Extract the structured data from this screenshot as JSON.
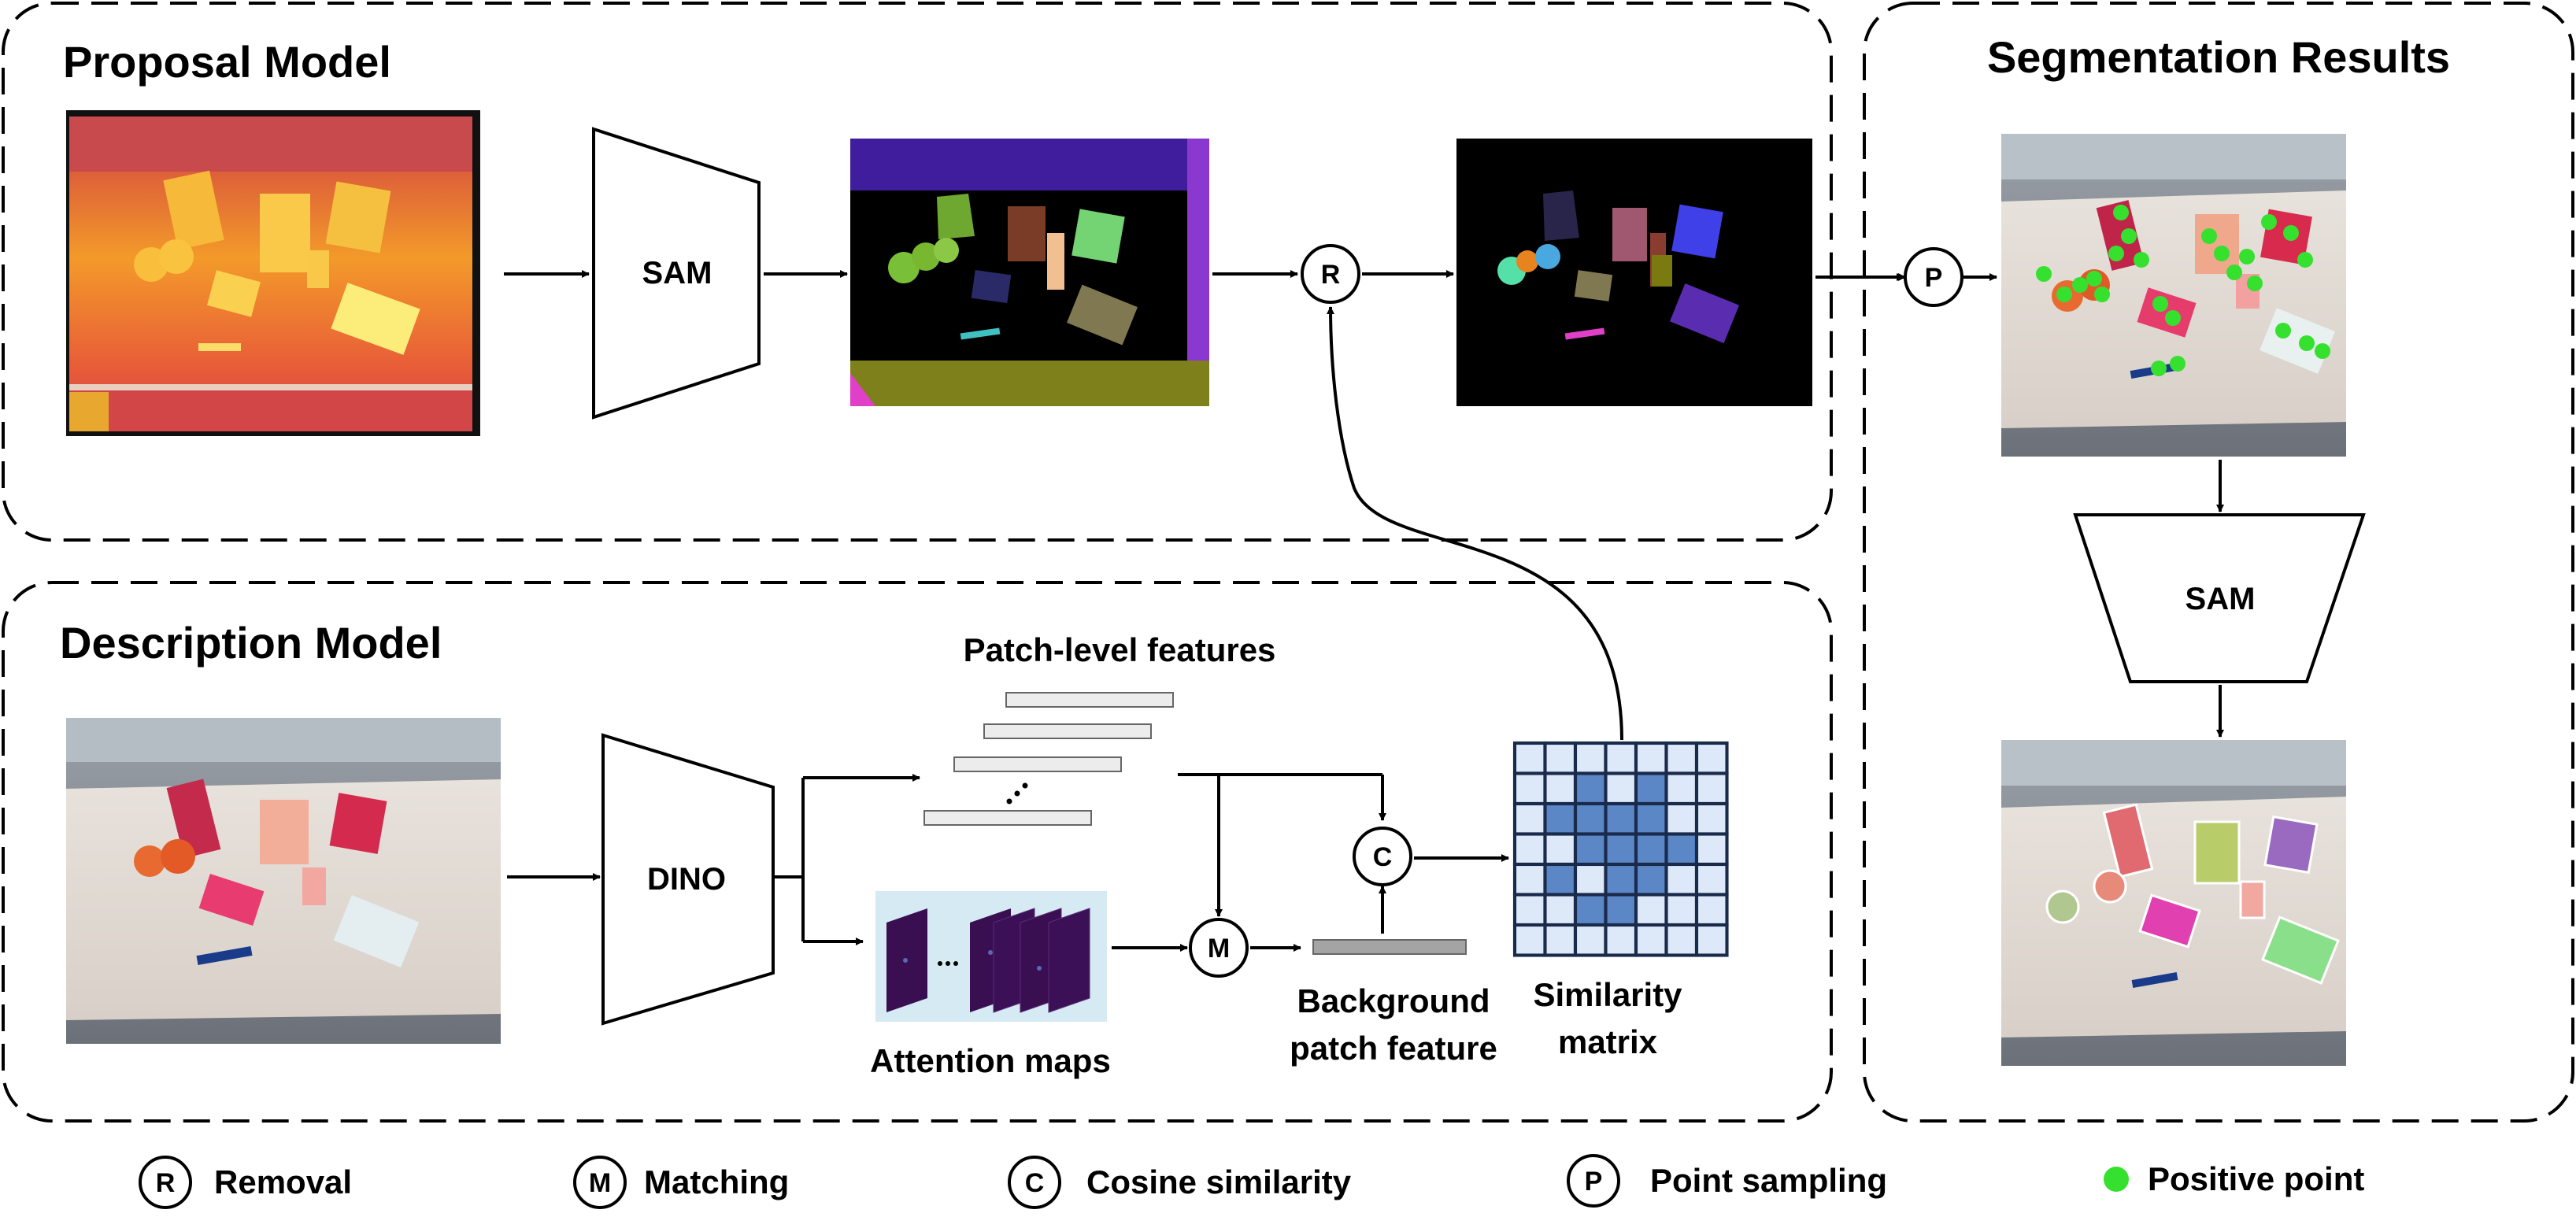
{
  "panels": {
    "proposal": {
      "title": "Proposal Model"
    },
    "description": {
      "title": "Description Model"
    },
    "segmentation": {
      "title": "Segmentation Results"
    }
  },
  "models": {
    "sam_proposal": "SAM",
    "dino": "DINO",
    "sam_segmentation": "SAM"
  },
  "operators": {
    "removal": "R",
    "matching": "M",
    "cosine": "C",
    "sampling": "P"
  },
  "labels": {
    "patch_features": "Patch-level features",
    "attention_maps": "Attention maps",
    "background_line1": "Background",
    "background_line2": "patch feature",
    "similarity_line1": "Similarity",
    "similarity_line2": "matrix"
  },
  "legend": [
    {
      "symbol": "R",
      "text": "Removal"
    },
    {
      "symbol": "M",
      "text": "Matching"
    },
    {
      "symbol": "C",
      "text": "Cosine similarity"
    },
    {
      "symbol": "P",
      "text": "Point sampling"
    },
    {
      "symbol": "",
      "text": "Positive point"
    }
  ],
  "colors": {
    "positive_point": "#35e02f",
    "matrix_light": "#dde8f8",
    "matrix_dark": "#5b87c6",
    "attention_bg": "#d5eaf2",
    "attention_map": "#3a0f52",
    "depth_hot": "#f4a020",
    "depth_cool": "#c84848"
  }
}
